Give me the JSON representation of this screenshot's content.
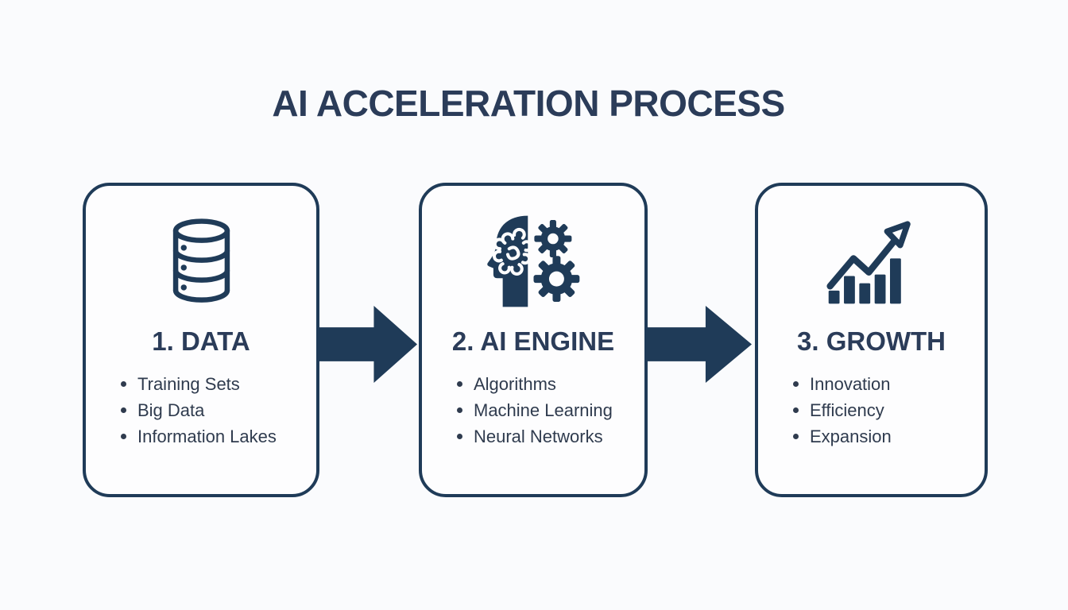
{
  "page": {
    "title": "AI ACCELERATION PROCESS"
  },
  "colors": {
    "navy": "#1f3b58",
    "heading_text": "#2b3c59",
    "body_text": "#2f3b4e",
    "background": "#fafbfd",
    "card_background": "#fdfdfe"
  },
  "steps": [
    {
      "title": "1. DATA",
      "icon": "database-icon",
      "items": [
        "Training Sets",
        "Big Data",
        "Information Lakes"
      ]
    },
    {
      "title": "2. AI ENGINE",
      "icon": "ai-brain-gears-icon",
      "items": [
        "Algorithms",
        "Machine Learning",
        "Neural Networks"
      ]
    },
    {
      "title": "3. GROWTH",
      "icon": "growth-chart-icon",
      "items": [
        "Innovation",
        "Efficiency",
        "Expansion"
      ]
    }
  ],
  "connectors": [
    {
      "icon": "arrow-right"
    },
    {
      "icon": "arrow-right"
    }
  ]
}
